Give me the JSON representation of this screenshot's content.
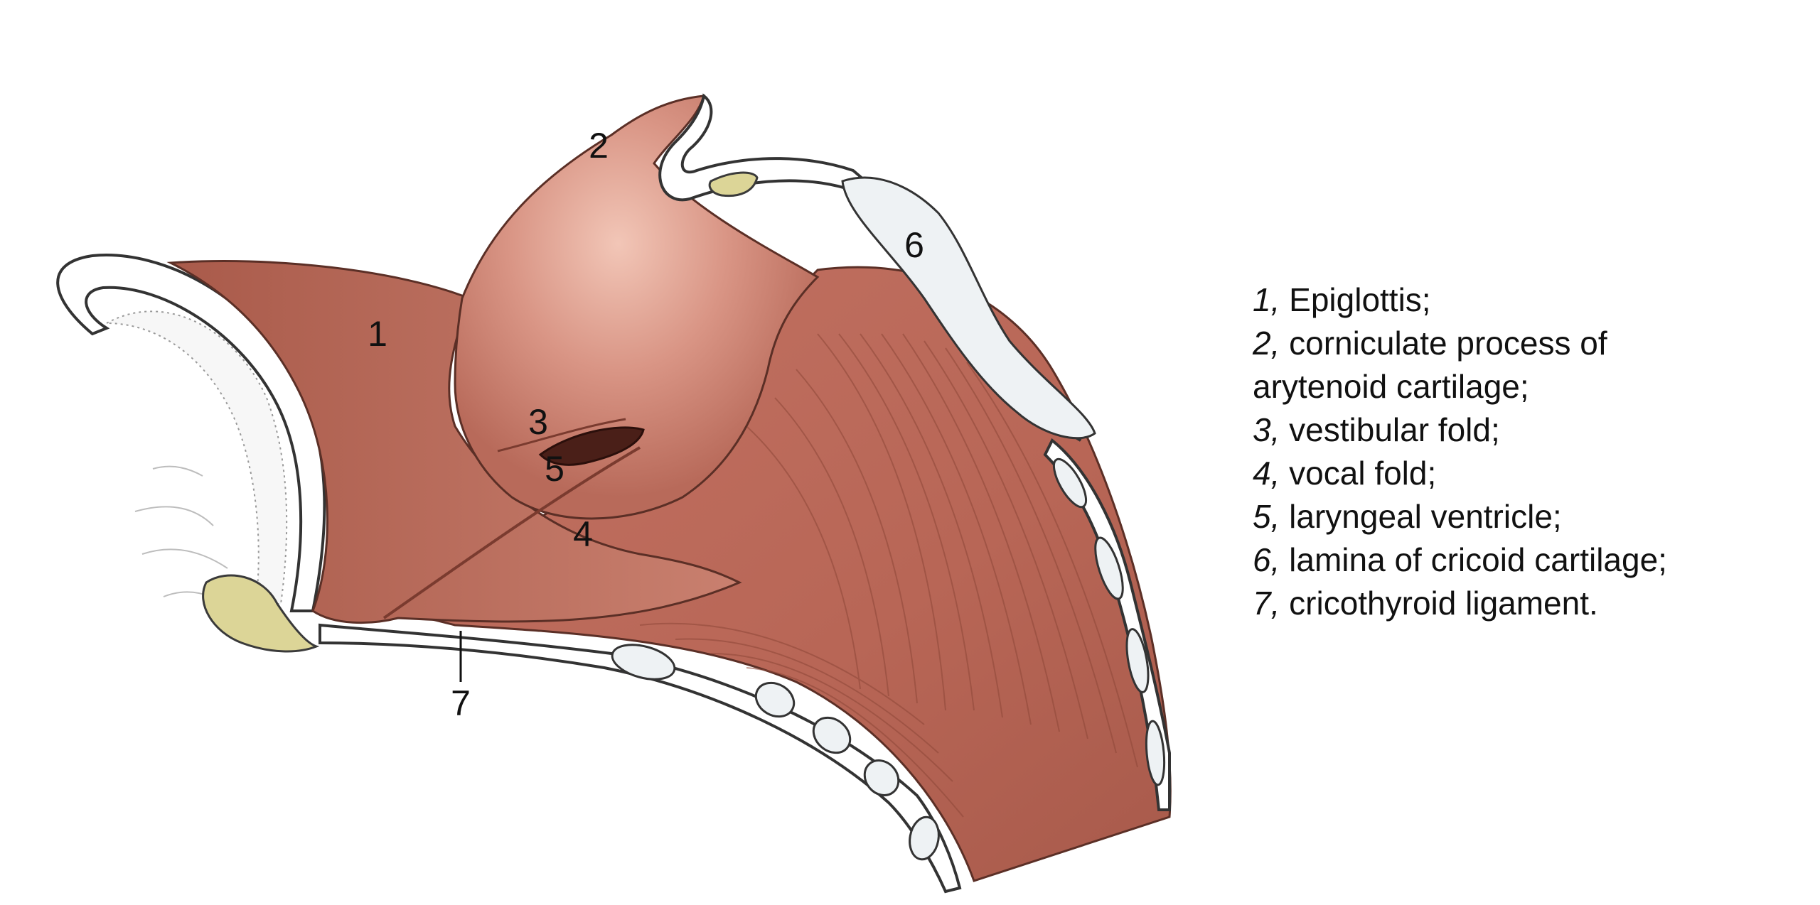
{
  "callouts": {
    "c1": "1",
    "c2": "2",
    "c3": "3",
    "c4": "4",
    "c5": "5",
    "c6": "6",
    "c7": "7"
  },
  "legend": {
    "items": [
      {
        "num": "1,",
        "text": "Epiglottis;"
      },
      {
        "num": "2,",
        "text": "corniculate process of"
      },
      {
        "num": "",
        "text": "arytenoid cartilage;"
      },
      {
        "num": "3,",
        "text": "vestibular fold;"
      },
      {
        "num": "4,",
        "text": "vocal fold;"
      },
      {
        "num": "5,",
        "text": "laryngeal ventricle;"
      },
      {
        "num": "6,",
        "text": "lamina of cricoid cartilage;"
      },
      {
        "num": "7,",
        "text": "cricothyroid ligament."
      }
    ]
  },
  "colors": {
    "tissue": "#c7796a",
    "tissue_dark": "#9e5546",
    "tissue_light": "#e9b3a3",
    "cartilage_yellow": "#dcd597",
    "cartilage_outline": "#3a3a3a",
    "background": "#ffffff"
  }
}
